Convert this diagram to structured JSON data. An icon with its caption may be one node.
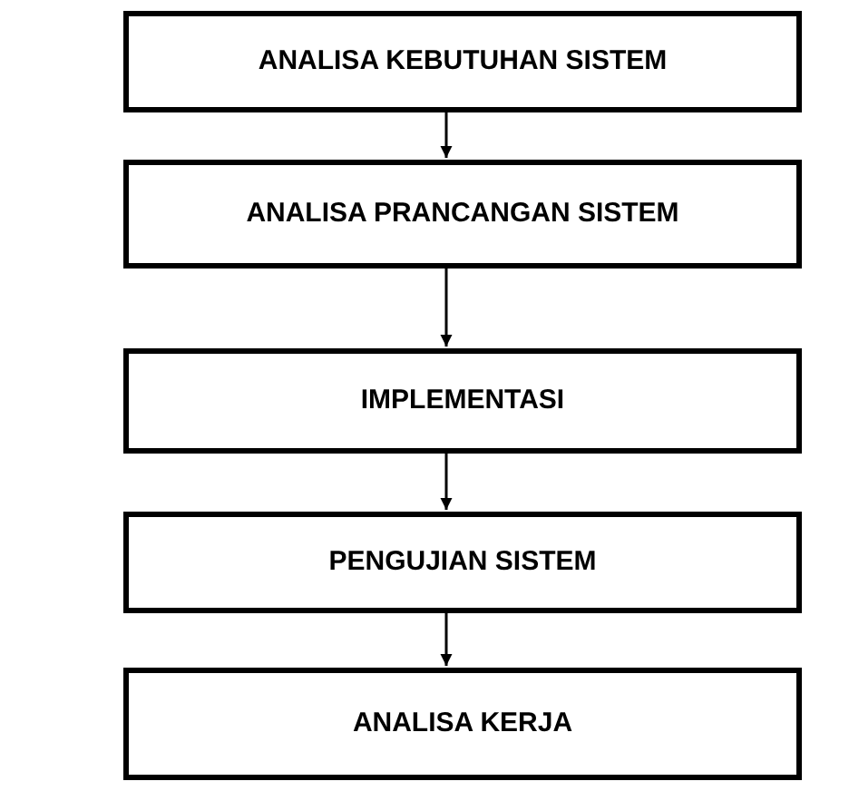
{
  "diagram": {
    "nodes": [
      {
        "text": [
          "ANALISA KEBUTUHAN SISTEM"
        ]
      },
      {
        "text": [
          "ANALISA PRANCANGAN SISTEM"
        ]
      },
      {
        "text": [
          "IMPLEMENTASI"
        ]
      },
      {
        "text": [
          "PENGUJIAN SISTEM"
        ]
      },
      {
        "text": [
          "ANALISA KERJA"
        ]
      }
    ],
    "edges": [
      {
        "from": 0,
        "to": 1,
        "arrow": "to"
      },
      {
        "from": 1,
        "to": 2,
        "arrow": "to"
      },
      {
        "from": 2,
        "to": 3,
        "arrow": "to"
      },
      {
        "from": 3,
        "to": 4,
        "arrow": "to"
      }
    ]
  }
}
